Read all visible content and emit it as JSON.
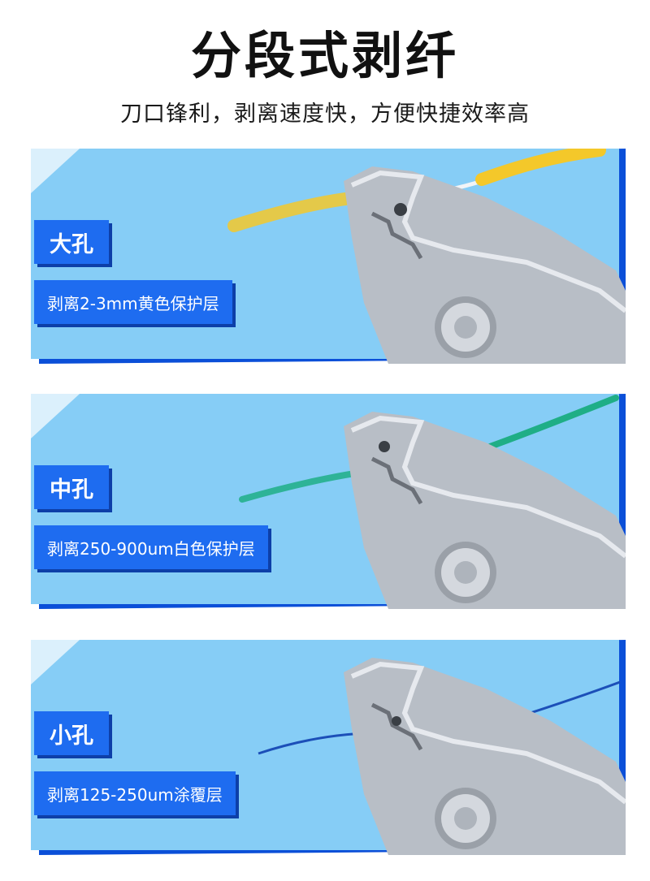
{
  "header": {
    "title": "分段式剥纤",
    "subtitle": "刀口锋利，剥离速度快，方便快捷效率高"
  },
  "panels": [
    {
      "tag": "大孔",
      "desc": "剥离2-3mm黄色保护层",
      "fiber_color": "#f4c82a"
    },
    {
      "tag": "中孔",
      "desc": "剥离250-900um白色保护层",
      "fiber_color": "#1fae86"
    },
    {
      "tag": "小孔",
      "desc": "剥离125-250um涂覆层",
      "fiber_color": "#1c4fb8"
    }
  ],
  "colors": {
    "panel_bg": "#86cdf6",
    "tag_bg": "#1e6cf0",
    "panel_shadow": "#0b4fd8"
  }
}
